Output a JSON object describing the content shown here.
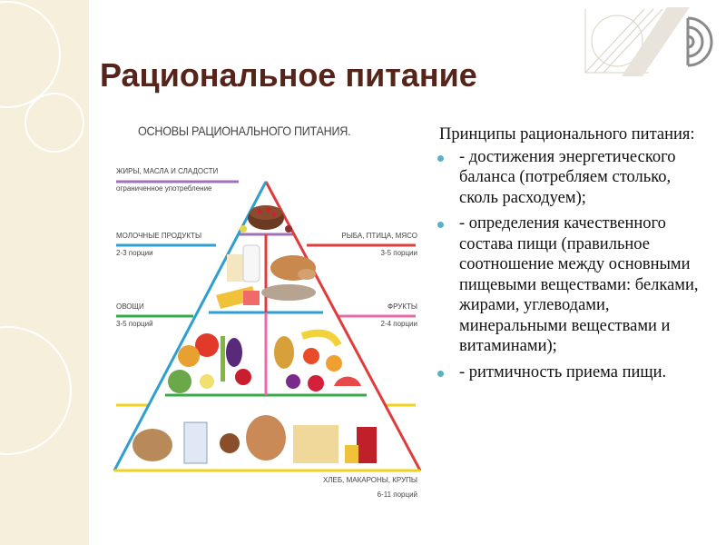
{
  "slide": {
    "title": "Рациональное питание"
  },
  "pyramid": {
    "heading": "ОСНОВЫ РАЦИОНАЛЬНОГО ПИТАНИЯ.",
    "levels": [
      {
        "name": "ЖИРЫ, МАСЛА И СЛАДОСТИ",
        "portion": "ограниченное употребление",
        "color": "#a070b8"
      },
      {
        "name": "МОЛОЧНЫЕ ПРОДУКТЫ",
        "portion": "2-3 порции",
        "color": "#2e9fd0"
      },
      {
        "name": "РЫБА, ПТИЦА, МЯСО",
        "portion": "3-5 порции",
        "color": "#e03c3c"
      },
      {
        "name": "ОВОЩИ",
        "portion": "3-5 порций",
        "color": "#3aa84a"
      },
      {
        "name": "ФРУКТЫ",
        "portion": "2-4 порции",
        "color": "#e86aa8"
      },
      {
        "name": "ХЛЕБ, МАКАРОНЫ, КРУПЫ",
        "portion": "6-11 порций",
        "color": "#f0d21e"
      }
    ]
  },
  "principles": {
    "intro": "Принципы рационального питания:",
    "items": [
      "- достижения энергетического баланса (потребляем столько, сколь расходуем);",
      "- определения качественного состава пищи (правильное соотношение между основными пищевыми веществами: белками, жирами, углеводами, минеральными веществами и витаминами);",
      "- ритмичность приема пищи."
    ]
  },
  "colors": {
    "title": "#55241a",
    "band": "#f6efdc",
    "bullet": "#5ab0c4"
  }
}
